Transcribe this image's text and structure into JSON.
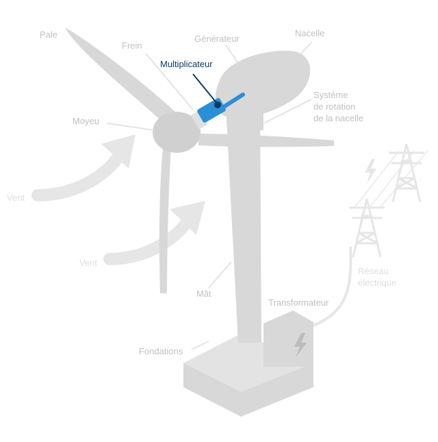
{
  "diagram": {
    "labels": {
      "pale": "Pale",
      "frein": "Frein",
      "generateur": "Générateur",
      "nacelle": "Nacelle",
      "multiplicateur": "Multiplicateur",
      "systeme_line1": "Système",
      "systeme_line2": "de rotation",
      "systeme_line3": "de la nacelle",
      "moyeu": "Moyeu",
      "vent_1": "Vent",
      "vent_2": "Vent",
      "reseau_line1": "Réseau",
      "reseau_line2": "électrique",
      "mat": "Mât",
      "transformateur": "Transformateur",
      "fondations": "Fondations"
    },
    "highlighted_component": "Multiplicateur",
    "colors": {
      "turbine_gray": "#dcdcdc",
      "label_gray": "#c0c0c0",
      "faint_gray": "#e6e6e6",
      "highlight_blue": "#2a8fd6",
      "highlight_dark": "#0a3a66"
    }
  }
}
